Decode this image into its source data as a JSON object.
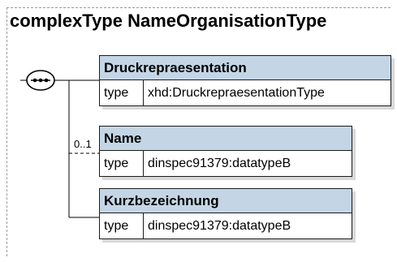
{
  "title": "complexType NameOrganisationType",
  "compositor": "sequence-icon",
  "elements": [
    {
      "name": "Druckrepraesentation",
      "type_key": "type",
      "type_value": "xhd:DruckrepraesentationType",
      "optional": false
    },
    {
      "name": "Name",
      "type_key": "type",
      "type_value": "dinspec91379:datatypeB",
      "optional": true,
      "occurrence": "0..1"
    },
    {
      "name": "Kurzbezeichnung",
      "type_key": "type",
      "type_value": "dinspec91379:datatypeB",
      "optional": false
    }
  ],
  "colors": {
    "header_fill": "#c4d6e6",
    "border": "#1c1c1c",
    "frame": "#9a9a9a"
  }
}
